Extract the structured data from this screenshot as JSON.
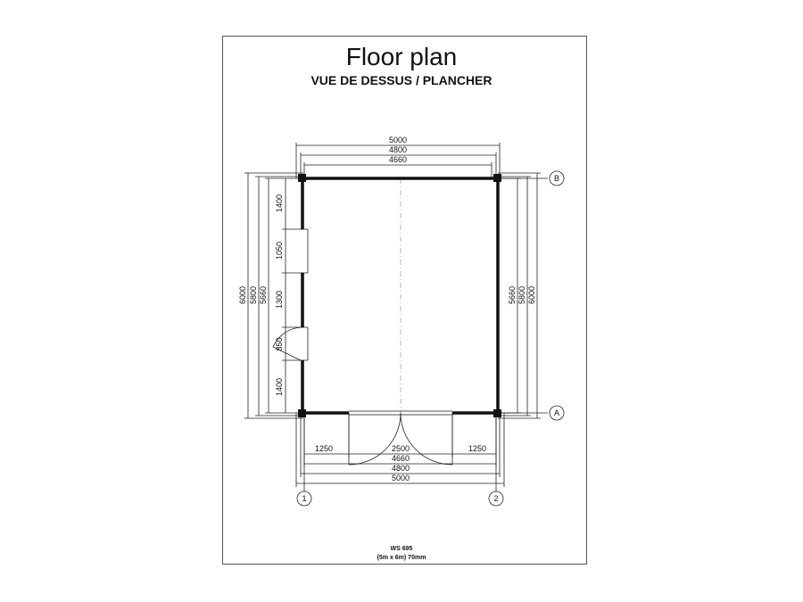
{
  "title": "Floor plan",
  "subtitle": "VUE DE DESSUS / PLANCHER",
  "reference": {
    "model": "WS 695",
    "size": "(5m x 6m) 70mm"
  },
  "dimensions": {
    "top": [
      "5000",
      "4800",
      "4660"
    ],
    "bottom_segments": [
      "1250",
      "2500",
      "1250"
    ],
    "bottom": [
      "4660",
      "4800",
      "5000"
    ],
    "left_outer": [
      "6000",
      "5800",
      "5660"
    ],
    "left_segments": [
      "1400",
      "1050",
      "1300",
      "850",
      "1400"
    ],
    "right": [
      "5660",
      "5800",
      "6000"
    ]
  },
  "grid_labels": {
    "row_b": "B",
    "row_a": "A",
    "col_1": "1",
    "col_2": "2"
  }
}
